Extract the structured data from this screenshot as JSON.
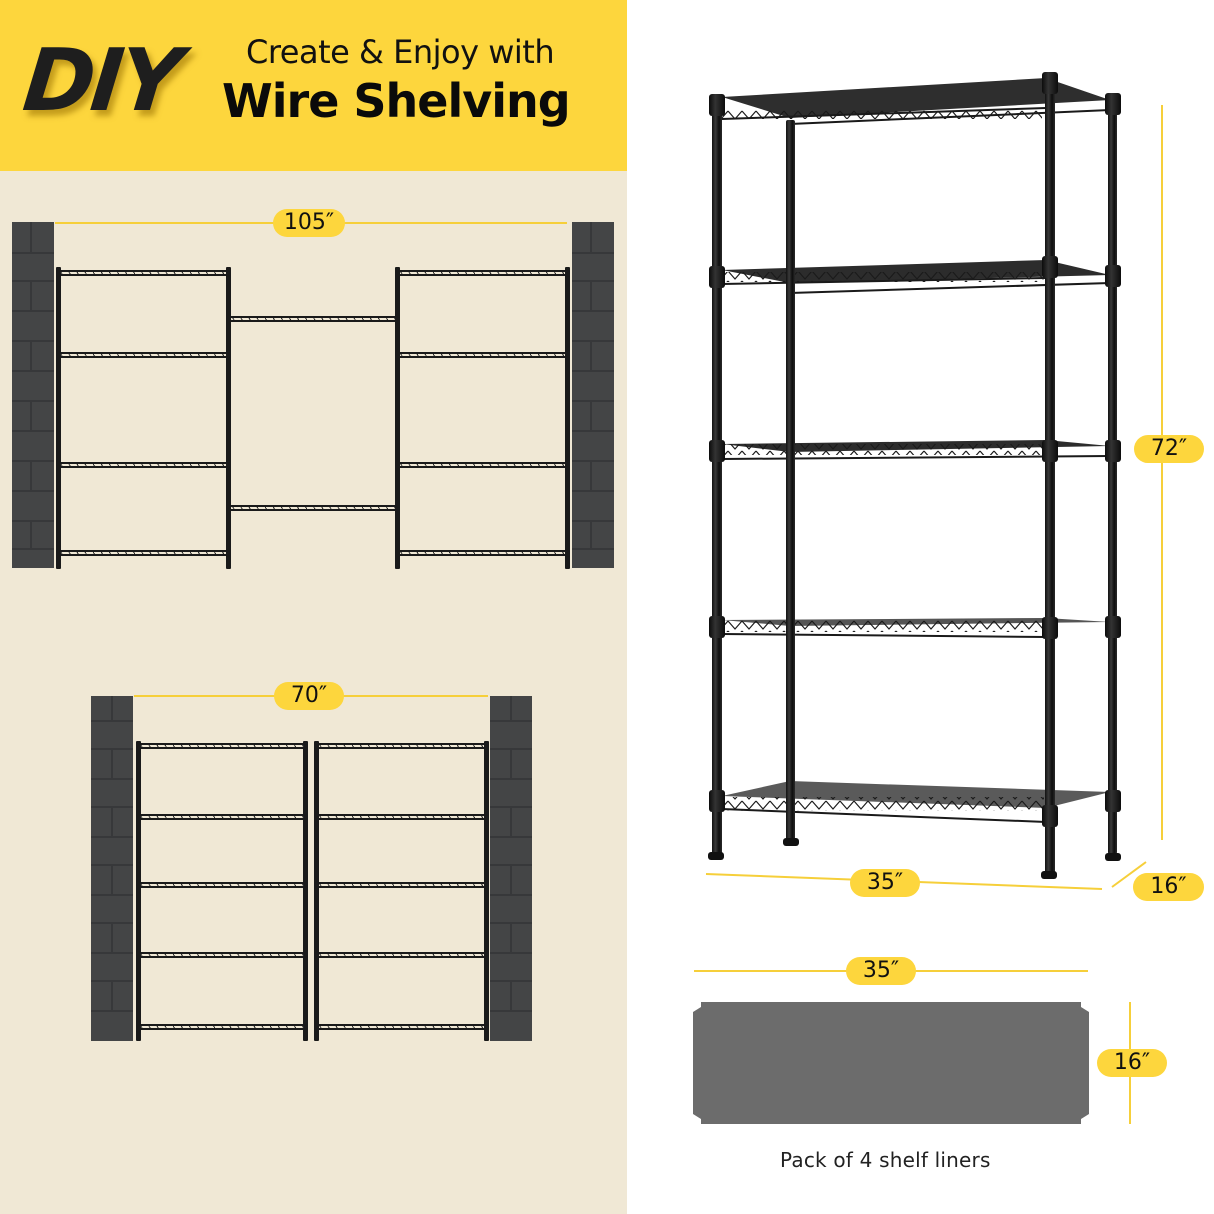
{
  "header": {
    "badge": "DIY",
    "line1": "Create & Enjoy with",
    "line2": "Wire Shelving"
  },
  "colors": {
    "accent_yellow": "#fdd63d",
    "left_background": "#f0e8d5",
    "wall_gray": "#444546",
    "shelf_black": "#1a1a1a",
    "liner_gray": "#6c6c6c"
  },
  "configurations": [
    {
      "id": "three-unit",
      "width_label": "105″",
      "description": "Two 5-tier units with a 3rd bridge section between walls",
      "units": 3
    },
    {
      "id": "two-unit",
      "width_label": "70″",
      "description": "Two 5-tier units side by side between walls",
      "units": 2
    }
  ],
  "product": {
    "tiers": 5,
    "height_label": "72″",
    "width_label": "35″",
    "depth_label": "16″"
  },
  "liner": {
    "width_label": "35″",
    "depth_label": "16″",
    "caption": "Pack of 4 shelf liners"
  }
}
